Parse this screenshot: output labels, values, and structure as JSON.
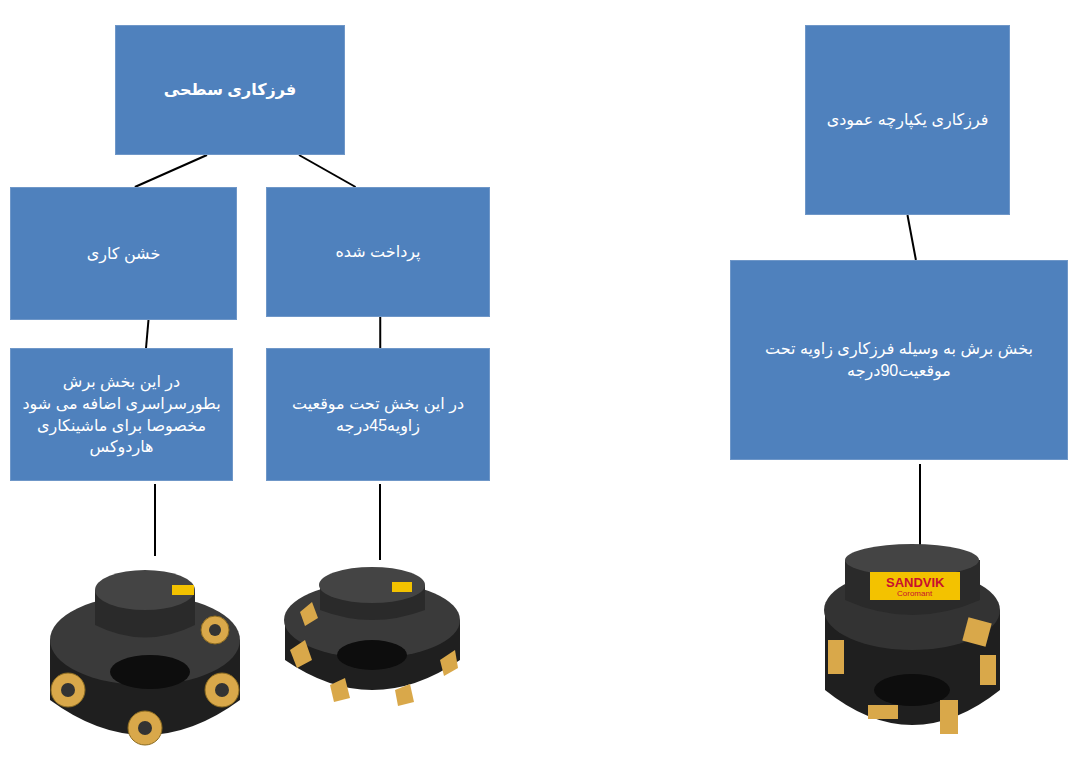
{
  "diagram": {
    "nodes": [
      {
        "text": [
          "فرزکاری سطحی"
        ]
      },
      {
        "text": [
          "خشن کاری"
        ]
      },
      {
        "text": [
          "پرداخت شده"
        ]
      },
      {
        "text": [
          "در این بخش برش بطورسراسری اضافه می شود مخصوصا برای ماشینکاری هاردوکس"
        ]
      },
      {
        "text": [
          "در این بخش تحت موقعیت زاویه45درجه"
        ]
      },
      {
        "text": [
          "فرزکاری یکپارچه عمودی"
        ]
      },
      {
        "text": [
          "بخش برش به وسیله فرزکاری زاویه تحت موقعیت90درجه"
        ]
      }
    ],
    "edges": [
      {
        "from": 0,
        "to": 1,
        "arrow": "none"
      },
      {
        "from": 0,
        "to": 2,
        "arrow": "none"
      },
      {
        "from": 1,
        "to": 3,
        "arrow": "none"
      },
      {
        "from": 2,
        "to": 4,
        "arrow": "none"
      },
      {
        "from": 5,
        "to": 6,
        "arrow": "none"
      }
    ],
    "labels": [
      "SANDVIK",
      "Coromant"
    ]
  }
}
